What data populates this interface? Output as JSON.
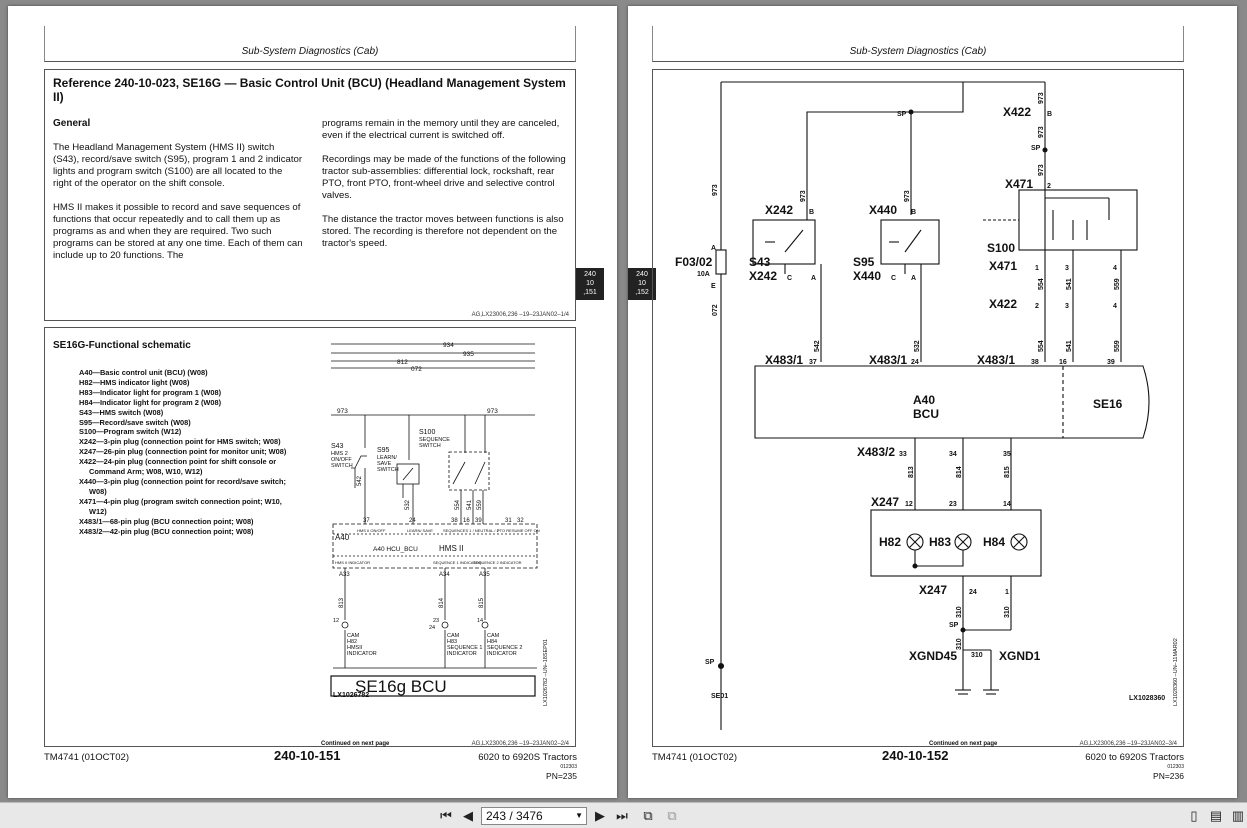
{
  "left_page": {
    "running_head": "Sub-System Diagnostics (Cab)",
    "reference_title": "Reference 240-10-023, SE16G — Basic Control Unit (BCU) (Headland Management System II)",
    "general_heading": "General",
    "col1": [
      "The Headland Management System (HMS II) switch (S43), record/save switch (S95), program 1 and 2 indicator lights and program switch (S100) are all located to the right of the operator on the shift console.",
      "HMS II makes it possible to record and save sequences of functions that occur repeatedly and to call them up as programs as and when they are required. Two such programs can be stored at any one time. Each of them can include up to 20 functions. The"
    ],
    "col2": [
      "programs remain in the memory until they are canceled, even if the electrical current is switched off.",
      "Recordings may be made of the functions of the following tractor sub-assemblies: differential lock, rockshaft, rear PTO, front PTO, front-wheel drive and selective control valves.",
      "The distance the tractor moves between functions is also stored. The recording is therefore not dependent on the tractor's speed."
    ],
    "box1_ref": "AG,LX23006,236   –19–23JAN02–1/4",
    "tab": [
      "240",
      "10",
      ",151"
    ],
    "schematic_title": "SE16G-Functional schematic",
    "legend": [
      "A40—Basic control unit (BCU) (W08)",
      "H82—HMS indicator light (W08)",
      "H83—Indicator light for program 1 (W08)",
      "H84—Indicator light for program 2 (W08)",
      "S43—HMS switch (W08)",
      "S95—Record/save switch (W08)",
      "S100—Program switch (W12)",
      "X242—3-pin plug (connection point for HMS switch; W08)",
      "X247—26-pin plug (connection point for monitor unit; W08)",
      "X422—24-pin plug (connection point for shift console or Command Arm; W08, W10, W12)",
      "X440—3-pin plug (connection point for record/save switch; W08)",
      "X471—4-pin plug (program switch connection point; W10, W12)",
      "X483/1—68-pin plug (BCU connection point; W08)",
      "X483/2—42-pin plug (BCU connection point; W08)"
    ],
    "schem": {
      "wires_top": [
        "934",
        "935",
        "812",
        "072",
        "973",
        "973"
      ],
      "s43": [
        "S43",
        "HMS 2",
        "ON/OFF",
        "SWITCH"
      ],
      "s95": [
        "S95",
        "LEARN/",
        "SAVE",
        "SWITCH"
      ],
      "s100": [
        "S100",
        "SEQUENCE",
        "SWITCH"
      ],
      "pins_a40": [
        "37",
        "24",
        "38",
        "16",
        "39",
        "31",
        "32"
      ],
      "a40_left": "A40",
      "a40_mid": "A40  HCU_BCU",
      "a40_hms": "HMS II",
      "a40_labels": [
        "HMS II ON/OFF",
        "LEARN/ SAVE",
        "SEQUENCES 1 / NEUTRAL / 2",
        "PTO RESUME OFF  ON"
      ],
      "bottom_pins": [
        "A33",
        "A34",
        "A35"
      ],
      "wires_bottom": [
        "813",
        "814",
        "815",
        "542",
        "532",
        "554",
        "541",
        "559"
      ],
      "h82": [
        "12",
        "CAM",
        "H82",
        "HMSII",
        "INDICATOR"
      ],
      "h83": [
        "23",
        "24",
        "CAM",
        "H83",
        "SEQUENCE 1",
        "INDICATOR"
      ],
      "h84": [
        "14",
        "CAM",
        "H84",
        "SEQUENCE 2",
        "INDICATOR"
      ],
      "seq_ind": [
        "HMS II INDICATOR",
        "SEQUENCE 1 INDICATOR",
        "SEQUENCE 2 INDICATOR"
      ],
      "banner": "SE16g  BCU",
      "fig_code": "LX1026782",
      "side_code": "LX1026782  –UN–18SEP01"
    },
    "continued": "Continued on next page",
    "box2_ref": "AG,LX23006,236   –19–23JAN02–2/4",
    "footer_left": "TM4741 (01OCT02)",
    "footer_center": "240-10-151",
    "footer_right": "6020 to 6920S Tractors",
    "footer_small": "012303",
    "footer_pn": "PN=235"
  },
  "right_page": {
    "running_head": "Sub-System Diagnostics (Cab)",
    "tab": [
      "240",
      "10",
      ",152"
    ],
    "diagram": {
      "x422_top": "X422",
      "sp": "SP",
      "x471": "X471",
      "x242": "X242",
      "x440": "X440",
      "s43": "S43",
      "s95": "S95",
      "s100": "S100",
      "f0302": "F03/02",
      "fuse_rating": "10A",
      "x483_1": "X483/1",
      "x483_2": "X483/2",
      "a40": "A40",
      "bcu": "BCU",
      "se16": "SE16",
      "x247": "X247",
      "h82": "H82",
      "h83": "H83",
      "h84": "H84",
      "xgnd45": "XGND45",
      "xgnd1": "XGND1",
      "se01": "SE01",
      "fig_code": "LX1028360",
      "side_code": "LX1028360  –UN–11MAR02",
      "wire_973": "973",
      "wire_072": "072",
      "wire_310": "310",
      "wires": [
        "542",
        "532",
        "554",
        "541",
        "559",
        "813",
        "814",
        "815"
      ],
      "pin_nums": [
        "B",
        "C",
        "A",
        "37",
        "24",
        "38",
        "16",
        "39",
        "33",
        "34",
        "35",
        "12",
        "23",
        "14",
        "1",
        "2",
        "3",
        "4",
        "E"
      ]
    },
    "continued": "Continued on next page",
    "box_ref": "AG,LX23006,236   –19–23JAN02–3/4",
    "footer_left": "TM4741 (01OCT02)",
    "footer_center": "240-10-152",
    "footer_right": "6020 to 6920S Tractors",
    "footer_small": "012303",
    "footer_pn": "PN=236"
  },
  "toolbar": {
    "page_indicator": "243 / 3476",
    "first_icon": "first-page-icon",
    "prev_icon": "prev-page-icon",
    "next_icon": "next-page-icon",
    "last_icon": "last-page-icon"
  }
}
